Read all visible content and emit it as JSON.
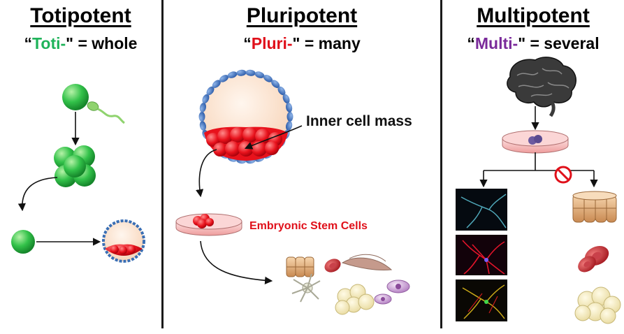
{
  "columns": [
    {
      "title": "Totipotent",
      "prefix": "Toti-",
      "rest": "\" = whole",
      "prefix_color": "#1fb35a"
    },
    {
      "title": "Pluripotent",
      "prefix": "Pluri-",
      "rest": "\" = many",
      "prefix_color": "#e0101a"
    },
    {
      "title": "Multipotent",
      "prefix": "Multi-",
      "rest": "\" = several",
      "prefix_color": "#7a2a9a"
    }
  ],
  "open_quote": "“",
  "labels": {
    "inner_cell_mass": "Inner cell mass",
    "embryonic_stem_cells": "Embryonic Stem Cells"
  },
  "colors": {
    "green_cell": "#33c24a",
    "blastocyst_fill": "#fbe3d0",
    "trophoblast": "#3a6fb5",
    "inner_mass": "#e8121c",
    "dish_fill": "#f4c4c4",
    "label_red": "#e0101a"
  },
  "icons": [
    "sperm-icon",
    "brain-icon",
    "prohibited-icon",
    "neuron-micrograph-icon",
    "red-blood-cell-icon",
    "fat-cell-icon"
  ]
}
